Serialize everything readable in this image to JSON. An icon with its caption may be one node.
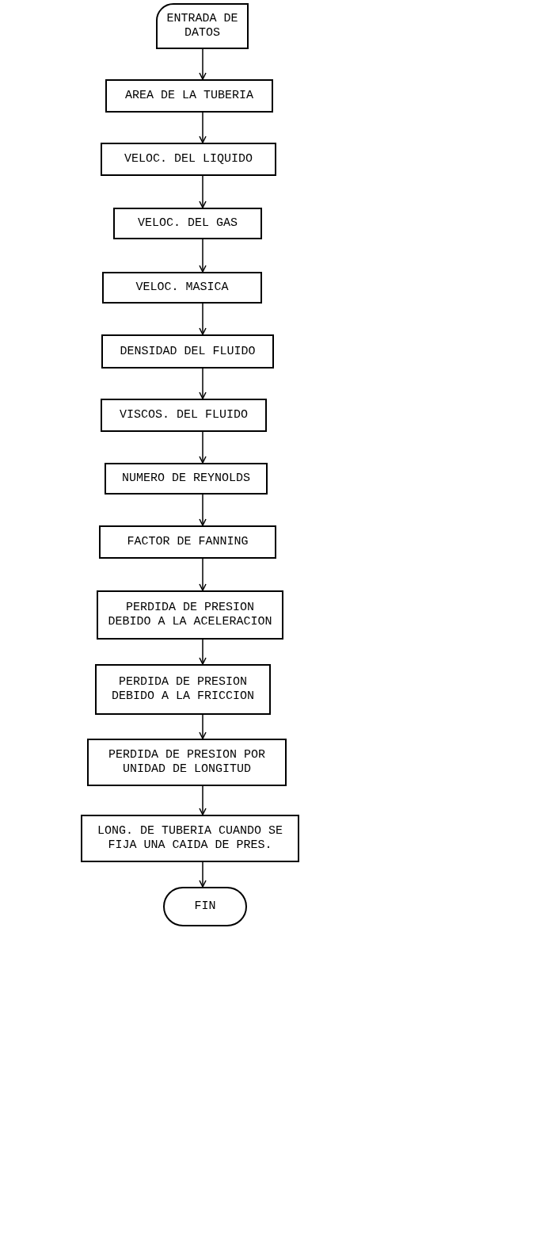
{
  "diagram": {
    "nodes": [
      {
        "text": [
          "ENTRADA DE DATOS"
        ]
      },
      {
        "text": [
          "AREA DE LA TUBERIA"
        ]
      },
      {
        "text": [
          "VELOC. DEL LIQUIDO"
        ]
      },
      {
        "text": [
          "VELOC. DEL GAS"
        ]
      },
      {
        "text": [
          "VELOC. MASICA"
        ]
      },
      {
        "text": [
          "DENSIDAD DEL FLUIDO"
        ]
      },
      {
        "text": [
          "VISCOS. DEL FLUIDO"
        ]
      },
      {
        "text": [
          "NUMERO DE REYNOLDS"
        ]
      },
      {
        "text": [
          "FACTOR DE FANNING"
        ]
      },
      {
        "text": [
          "PERDIDA DE PRESION DEBIDO A LA ACELERACION"
        ]
      },
      {
        "text": [
          "PERDIDA DE PRESION DEBIDO A LA FRICCION"
        ]
      },
      {
        "text": [
          "PERDIDA DE PRESION POR UNIDAD DE LONGITUD"
        ]
      },
      {
        "text": [
          "LONG. DE TUBERIA CUANDO SE FIJA UNA CAIDA DE PRES."
        ]
      },
      {
        "text": [
          "FIN"
        ]
      }
    ],
    "edges": [
      {
        "from": 0,
        "to": 1,
        "arrow": "to"
      },
      {
        "from": 1,
        "to": 2,
        "arrow": "to"
      },
      {
        "from": 2,
        "to": 3,
        "arrow": "to"
      },
      {
        "from": 3,
        "to": 4,
        "arrow": "to"
      },
      {
        "from": 4,
        "to": 5,
        "arrow": "to"
      },
      {
        "from": 5,
        "to": 6,
        "arrow": "to"
      },
      {
        "from": 6,
        "to": 7,
        "arrow": "to"
      },
      {
        "from": 7,
        "to": 8,
        "arrow": "to"
      },
      {
        "from": 8,
        "to": 9,
        "arrow": "to"
      },
      {
        "from": 9,
        "to": 10,
        "arrow": "to"
      },
      {
        "from": 10,
        "to": 11,
        "arrow": "to"
      },
      {
        "from": 11,
        "to": 12,
        "arrow": "to"
      },
      {
        "from": 12,
        "to": 13,
        "arrow": "to"
      }
    ]
  }
}
